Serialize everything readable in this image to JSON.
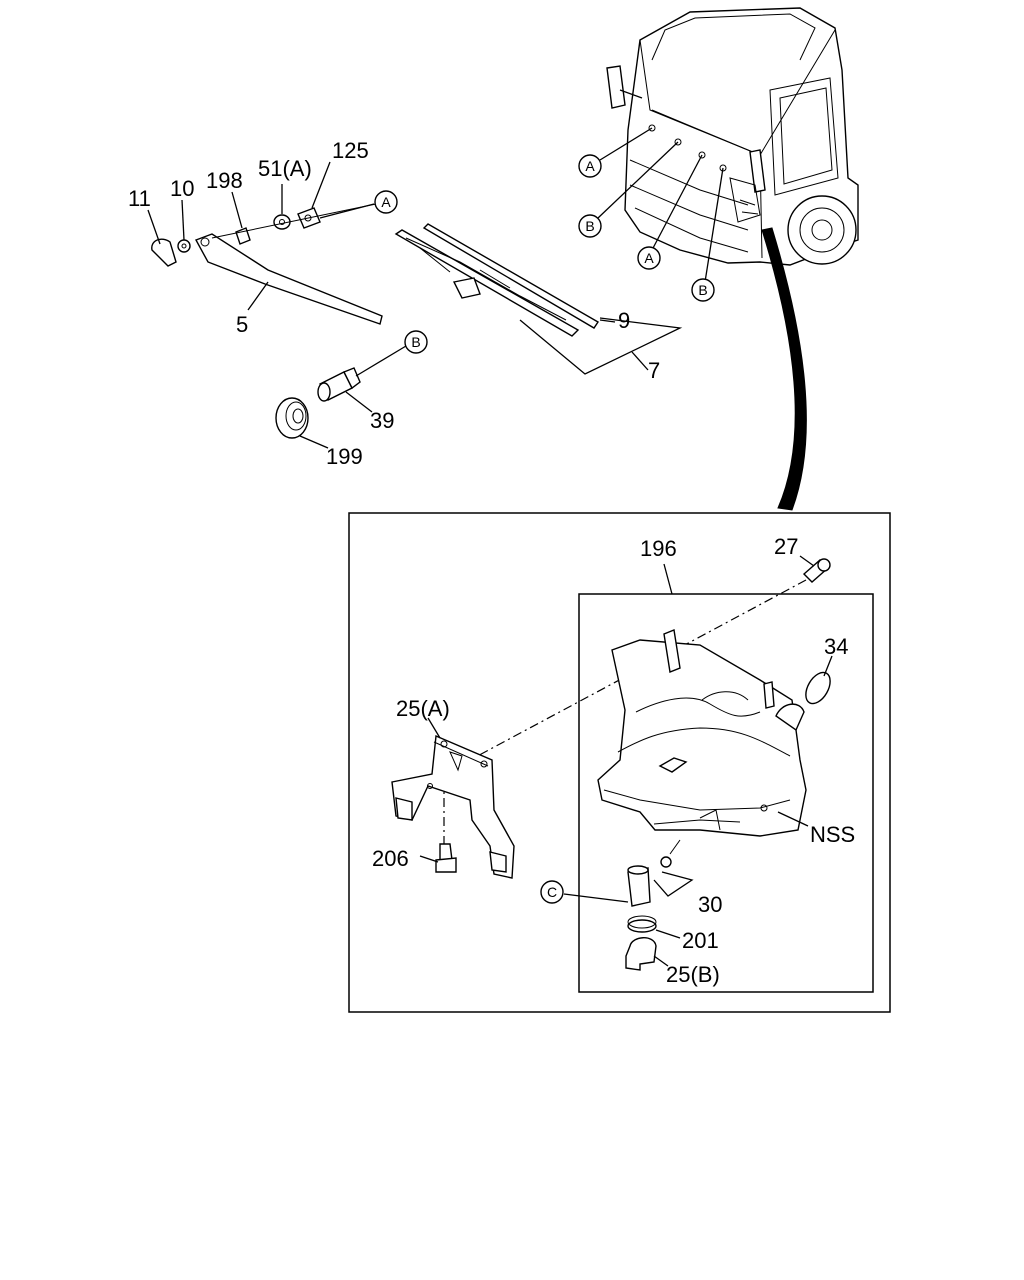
{
  "callouts": {
    "p11": "11",
    "p10": "10",
    "p198": "198",
    "p51a": "51(A)",
    "p125": "125",
    "p5": "5",
    "p9": "9",
    "p7": "7",
    "p39": "39",
    "p199": "199",
    "p196": "196",
    "p27": "27",
    "p34": "34",
    "p25a": "25(A)",
    "nss": "NSS",
    "p206": "206",
    "p30": "30",
    "p201": "201",
    "p25b": "25(B)"
  },
  "markers": {
    "a1": "A",
    "a2": "A",
    "a3": "A",
    "b1": "B",
    "b2": "B",
    "b3": "B",
    "c1": "C"
  }
}
